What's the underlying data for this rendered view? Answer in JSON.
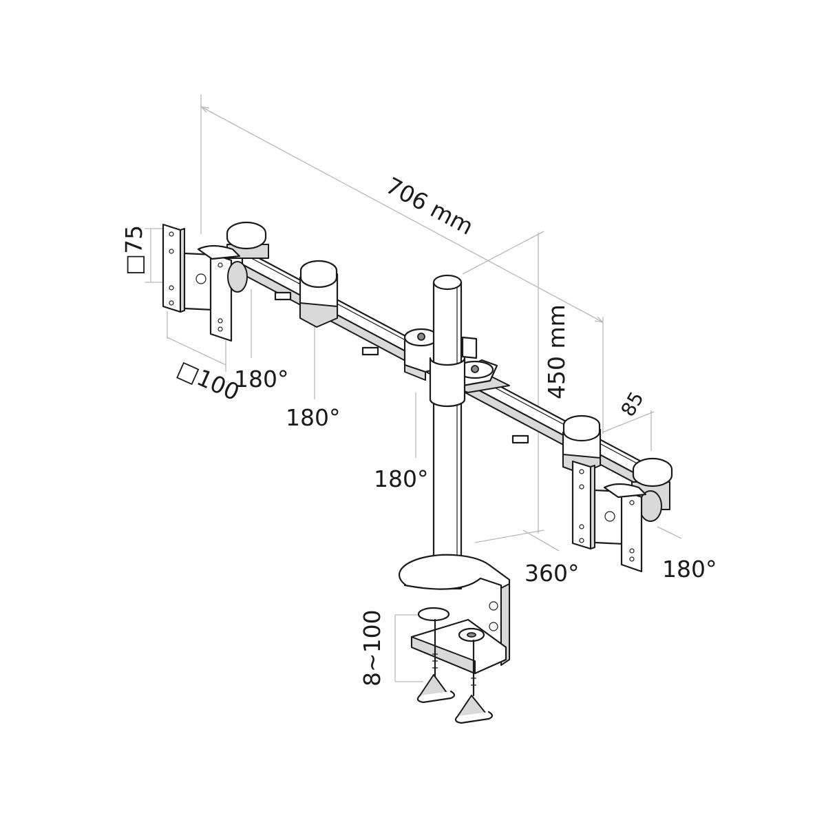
{
  "dimensions": {
    "arm_width": "706 mm",
    "pole_height": "450 mm",
    "arm_depth": "85",
    "vesa_height": "□75",
    "vesa_width": "□100",
    "desk_thickness": "8~100"
  },
  "rotations": {
    "left_plate": "180°",
    "left_joint": "180°",
    "center_hub": "180°",
    "pole_base": "360°",
    "right_plate": "180°"
  }
}
